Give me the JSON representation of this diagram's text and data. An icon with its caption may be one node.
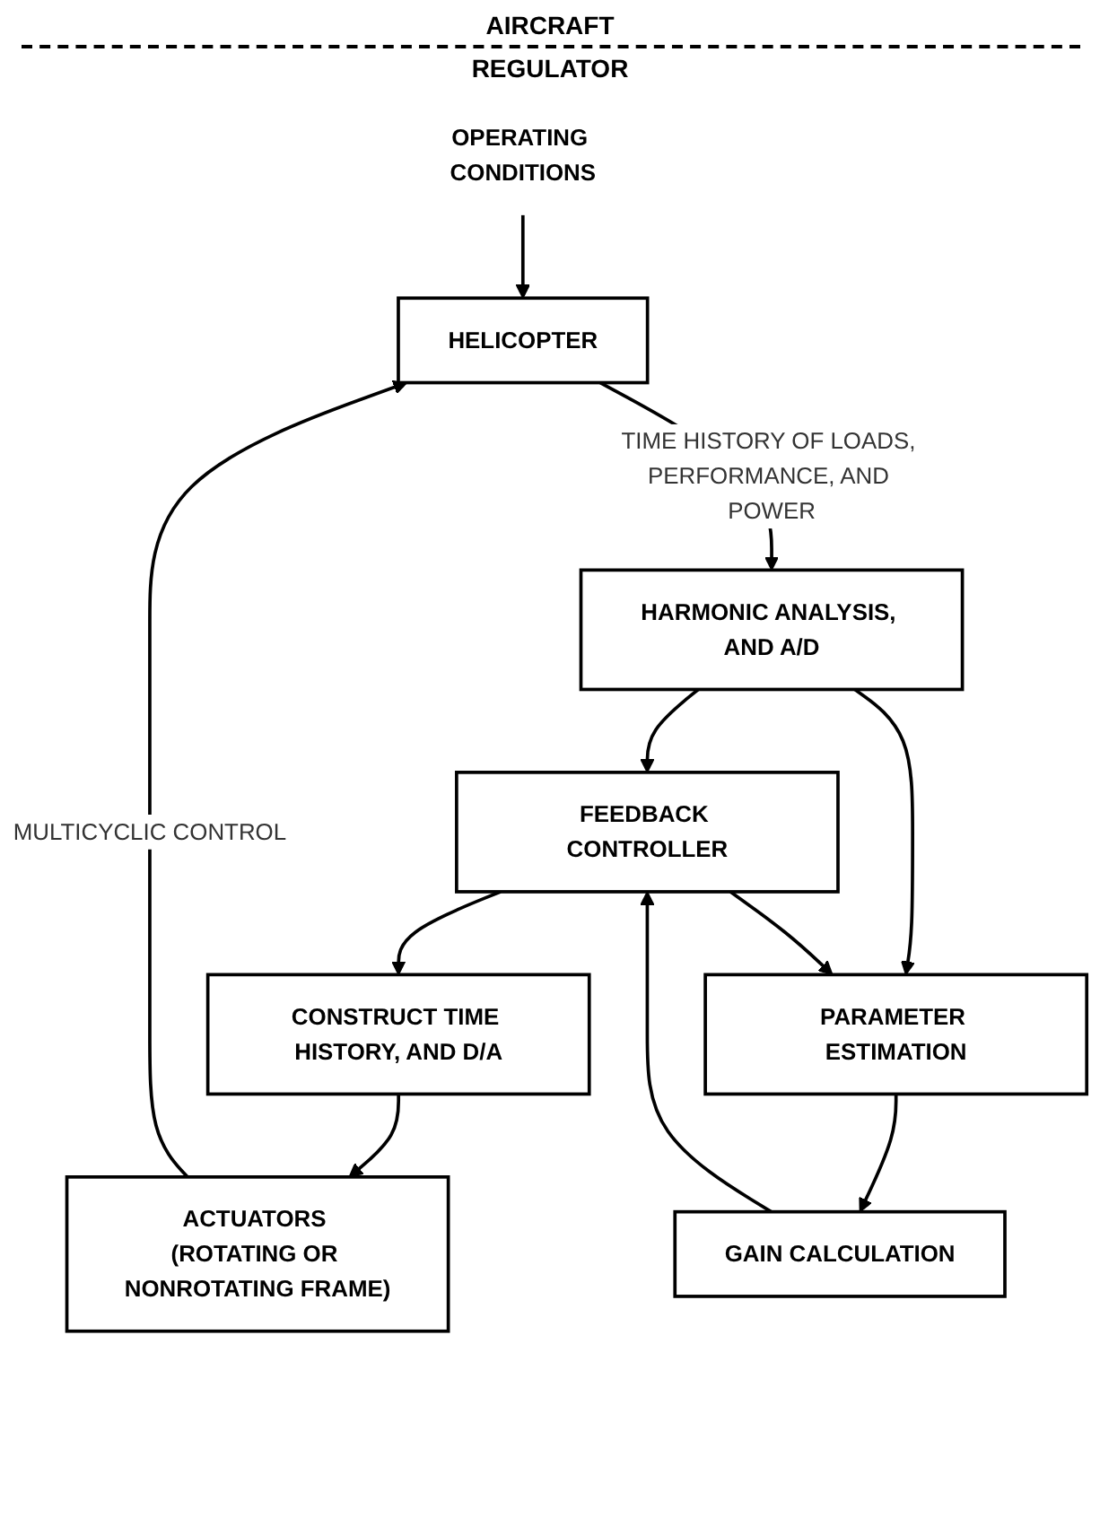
{
  "diagram": {
    "nodes": [
      {
        "text": [
          "HELICOPTER"
        ]
      },
      {
        "text": [
          "ACTUATORS (ROTATING OR NONROTATING FRAME)"
        ]
      },
      {
        "text": [
          "CONSTRUCT TIME HISTORY, AND D/A"
        ]
      },
      {
        "text": [
          "HARMONIC ANALYSIS, AND A/D"
        ]
      },
      {
        "text": [
          "FEEDBACK CONTROLLER"
        ]
      },
      {
        "text": [
          "GAIN CALCULATION"
        ]
      },
      {
        "text": [
          "PARAMETER ESTIMATION"
        ]
      },
      {
        "text": [
          "OPERATING CONDITIONS"
        ]
      }
    ],
    "edges": [
      {
        "from": 7,
        "to": 0,
        "arrow": "to"
      },
      {
        "from": 1,
        "to": 0,
        "arrow": "to",
        "label": "MULTICYCLIC CONTROL"
      },
      {
        "from": 0,
        "to": 3,
        "arrow": "to",
        "label": "TIME HISTORY OF LOADS, PERFORMANCE, AND POWER"
      },
      {
        "from": 2,
        "to": 1,
        "arrow": "to"
      },
      {
        "from": 3,
        "to": 4,
        "arrow": "to"
      },
      {
        "from": 3,
        "to": 6,
        "arrow": "to"
      },
      {
        "from": 4,
        "to": 2,
        "arrow": "to"
      },
      {
        "from": 4,
        "to": 6,
        "arrow": "to"
      },
      {
        "from": 5,
        "to": 4,
        "arrow": "to"
      },
      {
        "from": 6,
        "to": 5,
        "arrow": "to"
      }
    ],
    "labels": [
      "AIRCRAFT",
      "REGULATOR"
    ]
  }
}
